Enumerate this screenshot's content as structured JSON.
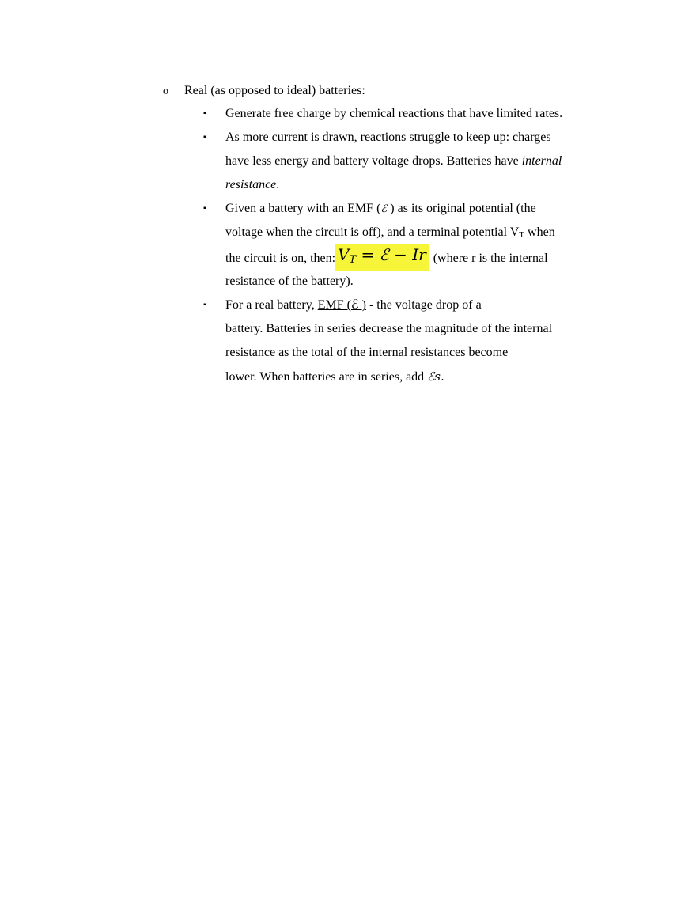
{
  "outline": {
    "marker": "o",
    "heading": "Real (as opposed to ideal) batteries:"
  },
  "items": [
    {
      "marker": "▪",
      "line1": "Generate free charge by chemical reactions that have limited rates."
    },
    {
      "marker": "▪",
      "line1": "As more current is drawn, reactions struggle to keep up: charges",
      "line2_pre": "have less energy and battery voltage drops. Batteries have ",
      "line2_em": "internal",
      "line3_em": "resistance",
      "line3_post": "."
    },
    {
      "marker": "▪",
      "line1_pre": "Given a battery with an EMF (",
      "emf_symbol": "ℰ",
      "line1_post": " ) as its original potential (the",
      "line2_pre": "voltage when the circuit is off), and a terminal potential V",
      "line2_sub": "T",
      "line2_post": " when",
      "line3_pre": "the circuit is on, then:",
      "formula_v": "V",
      "formula_sub": "T",
      "formula_rest": " = ℰ − Ir",
      "line3_post": " (where r is the internal",
      "line4": "resistance of the battery)."
    },
    {
      "marker": "▪",
      "line1_pre": "For a real battery, ",
      "line1_underlined": "EMF (ℰ )",
      "line1_post": " - the voltage drop of a",
      "line2": "battery.  Batteries in series decrease the magnitude of the internal",
      "line3": "resistance as the total of the internal resistances become",
      "line4_pre": "lower.  When batteries are in series, add ",
      "line4_symbol": "ℰs."
    }
  ]
}
